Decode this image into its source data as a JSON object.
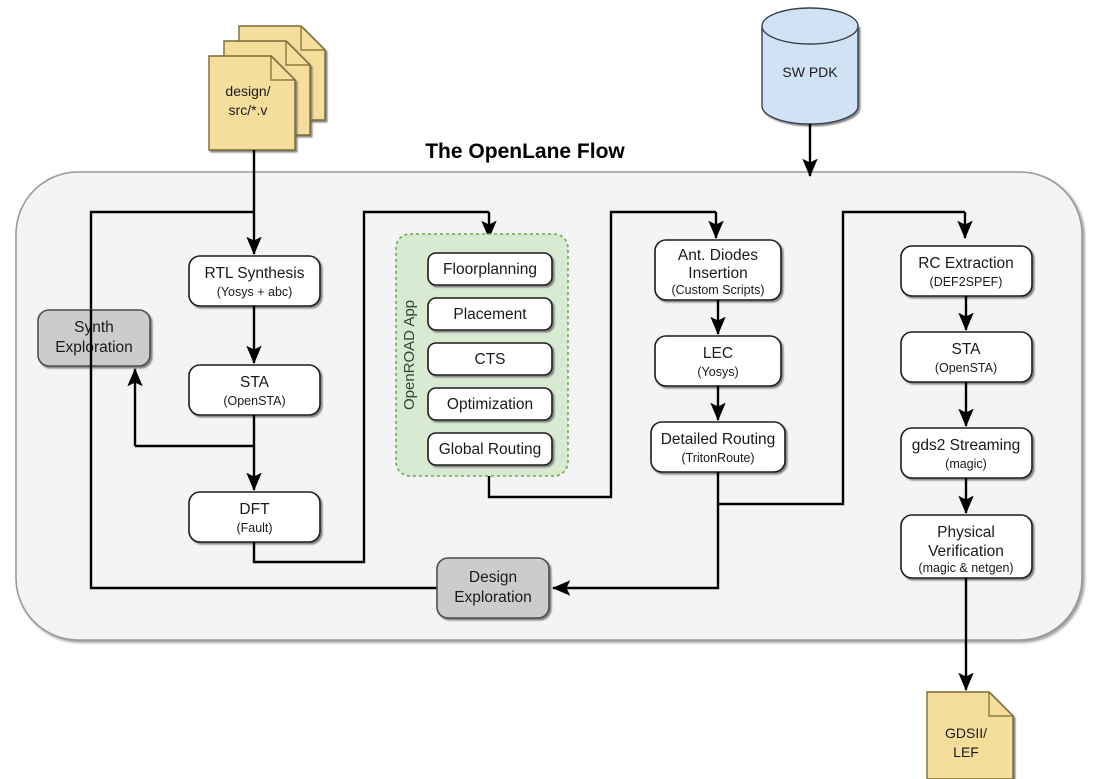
{
  "diagram": {
    "title": "The OpenLane Flow",
    "inputs": {
      "design_files": "design/\nsrc/*.v",
      "design_files_line1": "design/",
      "design_files_line2": "src/*.v",
      "pdk": "SW PDK"
    },
    "outputs": {
      "gds_line1": "GDSII/",
      "gds_line2": "LEF"
    },
    "groups": {
      "openroad_label": "OpenROAD App"
    },
    "columns": [
      {
        "name": "synthesis-column",
        "nodes": [
          {
            "title": "RTL Synthesis",
            "sub": "(Yosys + abc)"
          },
          {
            "title": "STA",
            "sub": "(OpenSTA)"
          },
          {
            "title": "DFT",
            "sub": "(Fault)"
          }
        ]
      },
      {
        "name": "openroad-column",
        "nodes": [
          {
            "title": "Floorplanning",
            "sub": ""
          },
          {
            "title": "Placement",
            "sub": ""
          },
          {
            "title": "CTS",
            "sub": ""
          },
          {
            "title": "Optimization",
            "sub": ""
          },
          {
            "title": "Global Routing",
            "sub": ""
          }
        ]
      },
      {
        "name": "routing-column",
        "nodes": [
          {
            "title": "Ant. Diodes",
            "title2": "Insertion",
            "sub": "(Custom Scripts)"
          },
          {
            "title": "LEC",
            "sub": "(Yosys)"
          },
          {
            "title": "Detailed Routing",
            "sub": "(TritonRoute)"
          }
        ]
      },
      {
        "name": "signoff-column",
        "nodes": [
          {
            "title": "RC Extraction",
            "sub": "(DEF2SPEF)"
          },
          {
            "title": "STA",
            "sub": "(OpenSTA)"
          },
          {
            "title": "gds2 Streaming",
            "sub": "(magic)"
          },
          {
            "title": "Physical",
            "title2": "Verification",
            "sub": "(magic & netgen)"
          }
        ]
      }
    ],
    "exploration": {
      "synth_line1": "Synth",
      "synth_line2": "Exploration",
      "design_line1": "Design",
      "design_line2": "Exploration"
    },
    "colors": {
      "container_fill": "#f4f4f4",
      "container_stroke": "#999999",
      "node_fill": "#ffffff",
      "node_stroke": "#1a1a1a",
      "gray_fill": "#cccccc",
      "gray_stroke": "#4d4d4d",
      "doc_fill": "#f5dd9c",
      "doc_stroke": "#7a6a33",
      "cylinder_fill": "#d2e2f5",
      "cylinder_stroke": "#36434f",
      "group_fill": "#d9ead3",
      "group_stroke": "#6aa84f",
      "wire": "#000000"
    }
  }
}
